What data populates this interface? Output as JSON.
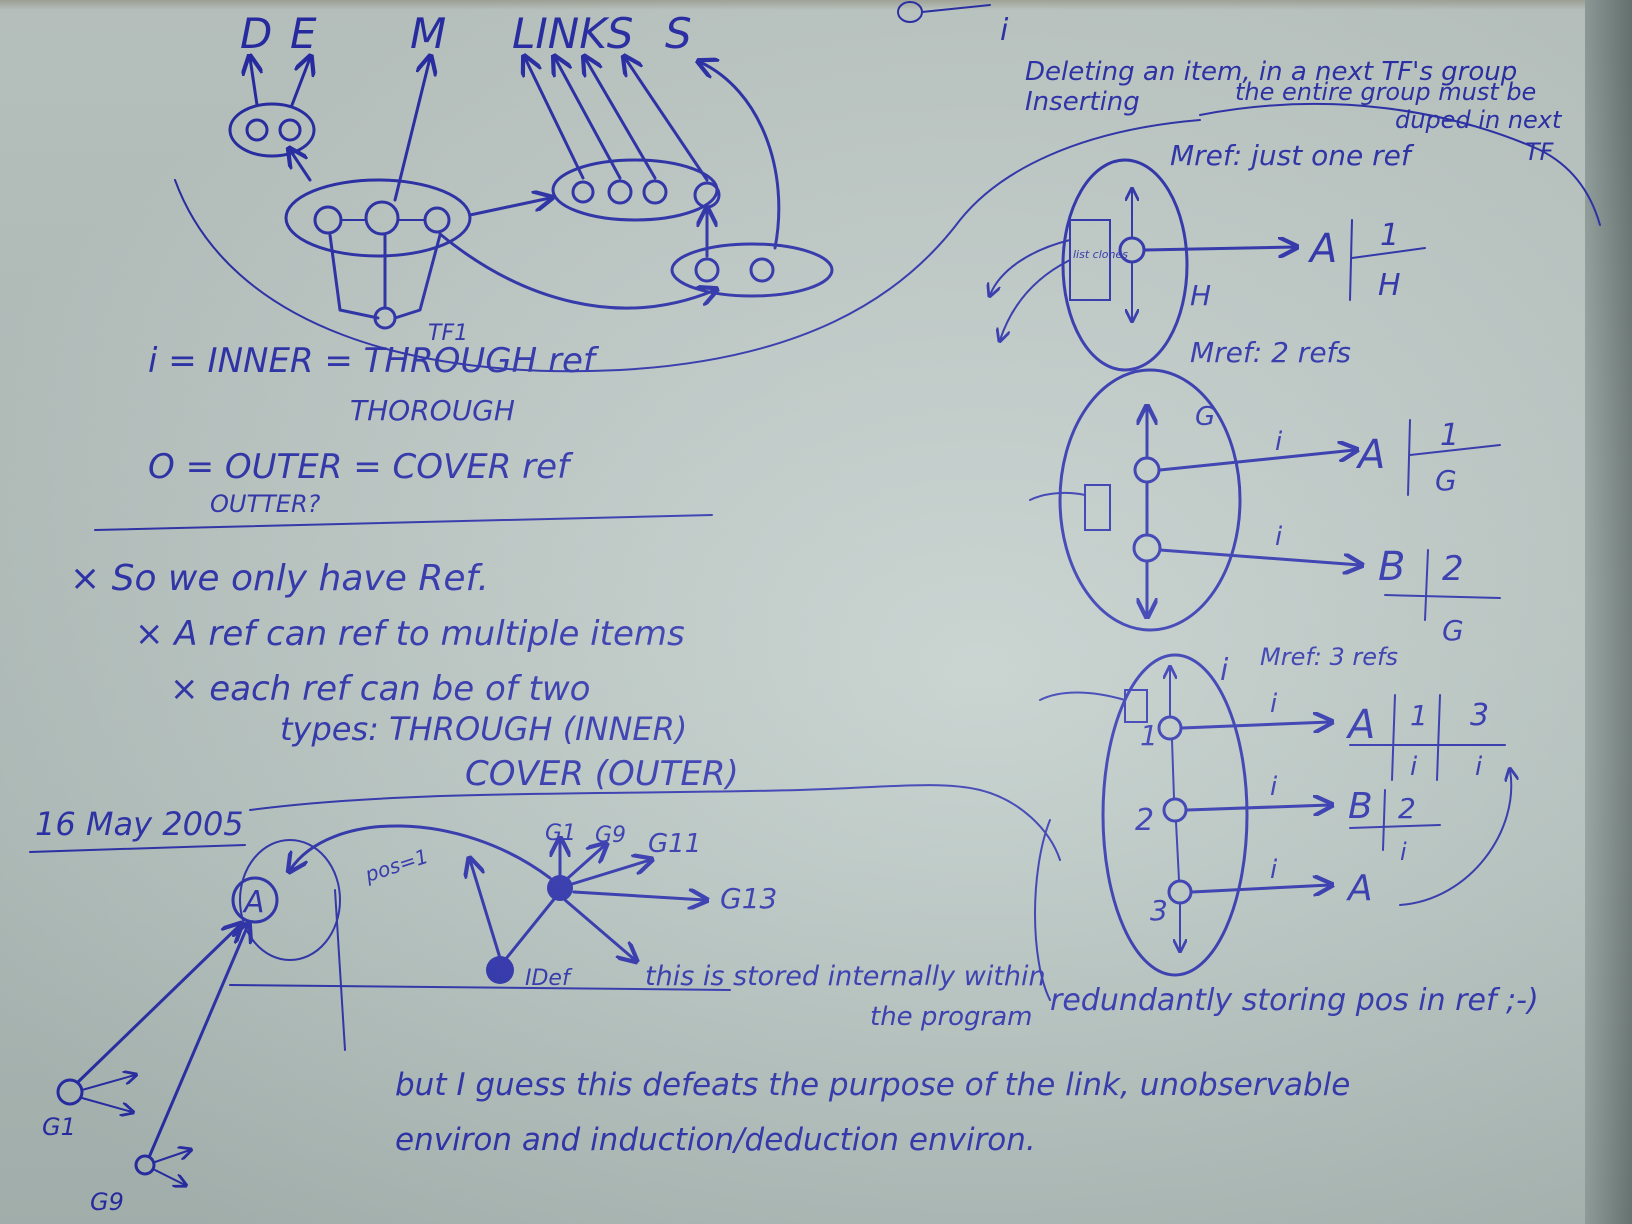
{
  "header_labels": [
    "D",
    "E",
    "M",
    "LINKS",
    "S"
  ],
  "tf1_label": "TF1",
  "definitions": {
    "inner": "i = INNER = THROUGH ref",
    "inner_alt": "THOROUGH",
    "outer": "O = OUTER = COVER ref",
    "outer_alt": "OUTTER?"
  },
  "notes": {
    "line1": "× So we only have Ref.",
    "line2": "× A ref can ref to multiple items",
    "line3": "× each ref can be of two",
    "line4": "types: THROUGH (INNER)",
    "line5": "COVER (OUTER)"
  },
  "date": "16 May 2005",
  "bottom_diagram": {
    "node_a": "A",
    "pos_label": "pos=1",
    "g1_label": "G1",
    "g9_label": "G9",
    "g11_label": "G11",
    "g13_label": "G13",
    "idef_label": "IDef",
    "left_g1": "G1",
    "left_g9": "G9",
    "stored_note": "this is stored internally within",
    "stored_note2": "the program",
    "redundant_note": "redundantly storing pos in ref ;-)",
    "purpose_note": "but I guess this defeats the purpose of the link, unobservable",
    "purpose_note2": "environ and induction/deduction environ."
  },
  "top_right": {
    "i_label": "i",
    "note_line1": "Deleting an item, in a next TF's group",
    "note_line2": "Inserting",
    "note_line3": "the entire group must be",
    "note_line4": "duped in next",
    "note_line5": "TF"
  },
  "mref_sections": [
    {
      "title": "Mref: just one ref",
      "box_label": "list clones",
      "node_label": "H",
      "target": "A",
      "fraction_top": "1",
      "fraction_bottom": "H"
    },
    {
      "title": "Mref: 2 refs",
      "node_label": "G",
      "targets": [
        {
          "name": "A",
          "top": "1",
          "bottom": "G",
          "link": "i"
        },
        {
          "name": "B",
          "top": "2",
          "bottom": "G",
          "link": "i"
        }
      ]
    },
    {
      "title": "Mref: 3 refs",
      "prefix": "i",
      "numbers": [
        "1",
        "2",
        "3"
      ],
      "targets": [
        {
          "name": "A",
          "cols": [
            "1",
            "3"
          ],
          "sub": [
            "i",
            "i"
          ],
          "link": "i"
        },
        {
          "name": "B",
          "cols": [
            "2"
          ],
          "sub": [
            "i"
          ],
          "link": "i"
        },
        {
          "name": "A",
          "cols": [],
          "sub": [],
          "link": "i"
        }
      ]
    }
  ]
}
